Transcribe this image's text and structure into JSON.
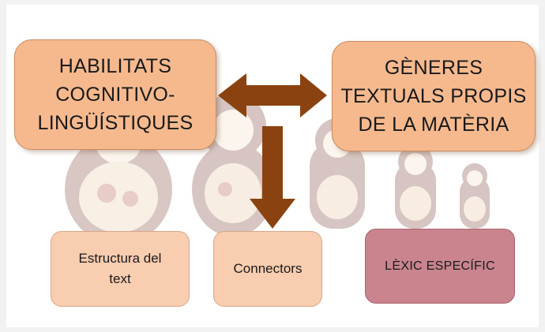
{
  "nodes": {
    "habilitats": [
      "HABILITATS",
      "COGNITIVO-",
      "LINGÜÍSTIQUES"
    ],
    "generes": [
      "GÈNERES",
      "TEXTUALS PROPIS",
      "DE LA MATÈRIA"
    ],
    "estructura": [
      "Estructura del",
      "text"
    ],
    "connectors": "Connectors",
    "lexic": "LÈXIC ESPECÍFIC"
  },
  "colors": {
    "main_box": "#f6b98e",
    "sub_box": "#f8cdb0",
    "lexic_box": "#c9848e",
    "arrow": "#8a4310"
  },
  "background": {
    "image": "matryoshka dolls (faded)"
  }
}
